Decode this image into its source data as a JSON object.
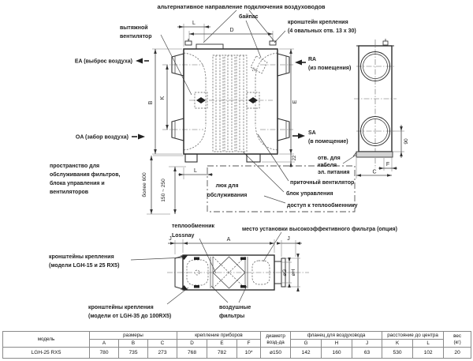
{
  "note_top": "альтернативное направление подключения воздуховодов",
  "front": {
    "exhaust_fan_1": "вытяжной",
    "exhaust_fan_2": "вентилятор",
    "bypass": "байпас",
    "bracket_1": "кронштейн крепления",
    "bracket_2": "(4 овальных отв. 13 x 30)",
    "ea": "EA (выброс воздуха)",
    "oa": "OA (забор воздуха)",
    "ra_1": "RA",
    "ra_2": "(из помещения)",
    "sa_1": "SA",
    "sa_2": "(в помещение)",
    "cable_1": "отв. для",
    "cable_2": "кабеля",
    "cable_3": "эл. питания",
    "supply_fan": "приточный вентилятор",
    "control_unit": "блок управления",
    "hx_access": "доступ к теплообменнику",
    "space_1": "пространство для",
    "space_2": "обслуживания фильтров,",
    "space_3": "блока управления и",
    "space_4": "вентиляторов",
    "hatch_1": "люк для",
    "hatch_2": "обслуживания"
  },
  "bottom": {
    "hx_1": "теплообменник",
    "hx_2": "Lossnay",
    "filter_opt": "место установки высокоэффективного фильтра (опция)",
    "bracket_small_1": "кронштейны крепления",
    "bracket_small_2": "(модели LGH-15 и 25 RX5)",
    "bracket_big_1": "кронштейны крепления",
    "bracket_big_2": "(модели от LGH-35 до 100RX5)",
    "filters_1": "воздушные",
    "filters_2": "фильтры"
  },
  "dims": {
    "L": "L",
    "D": "D",
    "B": "B",
    "K": "K",
    "E": "E",
    "A": "A",
    "J": "J",
    "F": "F",
    "C": "C",
    "n22": "22",
    "n90": "90",
    "more600": "более 600",
    "r150_250": "150 ~ 250",
    "phiG": "øG",
    "phiH": "øH"
  },
  "table": {
    "h_model": "модель",
    "h_sizes": "размеры",
    "h_mount": "крепление приборов",
    "h_dia_1": "диаметр",
    "h_dia_2": "возд-да",
    "h_flange": "фланец для воздуховода",
    "h_center": "расстояние до центра",
    "h_weight_1": "вес",
    "h_weight_2": "(кг)",
    "cols": [
      "A",
      "B",
      "C",
      "D",
      "E",
      "F",
      "G",
      "H",
      "J",
      "K",
      "L"
    ],
    "model": "LGH-25 RX5",
    "values": [
      "780",
      "735",
      "273",
      "768",
      "782",
      "10*",
      "ø150",
      "142",
      "160",
      "63",
      "530",
      "102",
      "20"
    ]
  }
}
